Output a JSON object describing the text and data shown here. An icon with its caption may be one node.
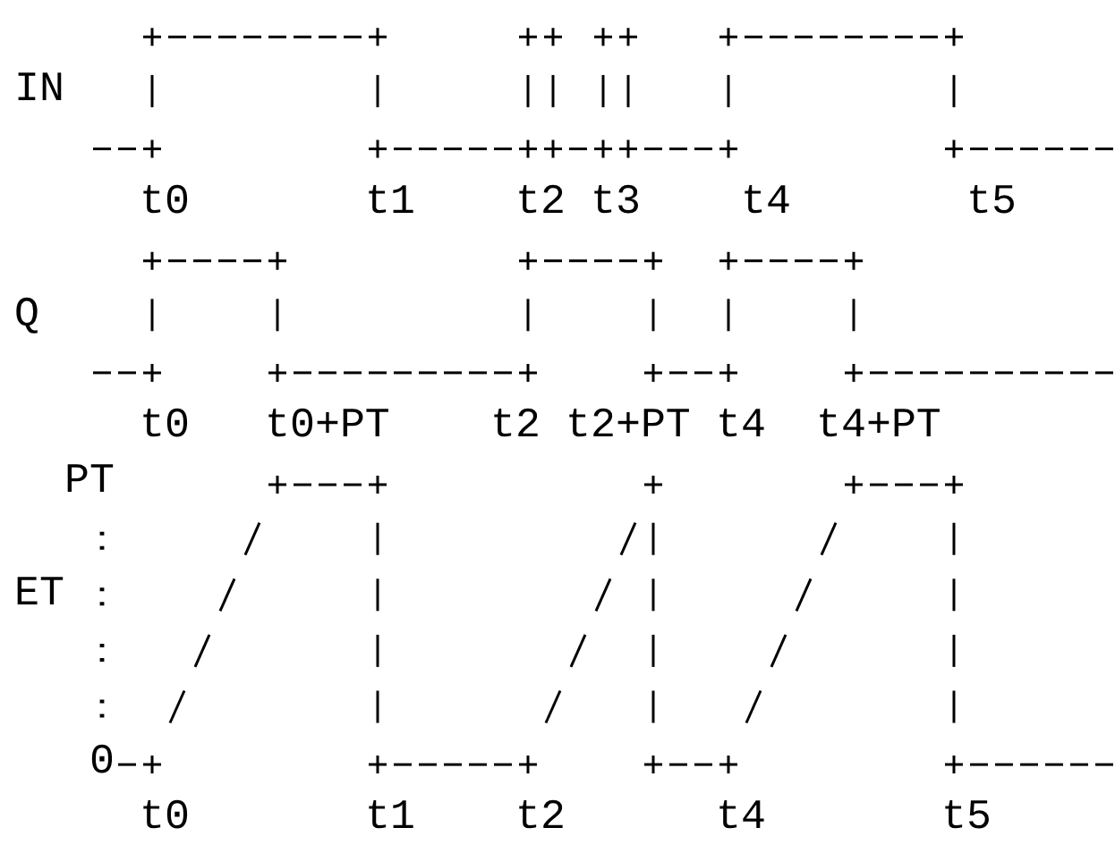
{
  "diagram": {
    "labels": [
      "IN",
      "t0",
      "t1",
      "t2",
      "t3",
      "t4",
      "t5",
      "Q",
      "t0",
      "t0+PT",
      "t2",
      "t2+PT",
      "t4",
      "t4+PT",
      "PT",
      "ET",
      "0",
      "t0",
      "t1",
      "t2",
      "t4",
      "t5"
    ]
  }
}
